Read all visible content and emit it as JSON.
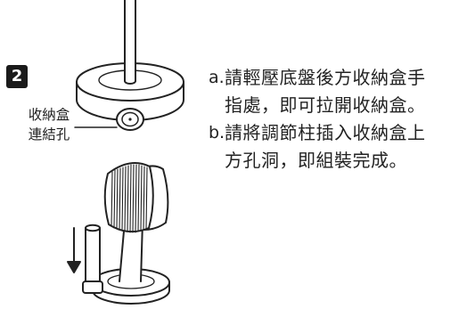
{
  "step": {
    "number": "2"
  },
  "callout": {
    "line1": "收納盒",
    "line2": "連結孔"
  },
  "instructions": [
    {
      "marker": "a.",
      "text": "請輕壓底盤後方收納盒手\n指處，即可拉開收納盒。"
    },
    {
      "marker": "b.",
      "text": "請將調節柱插入收納盒上\n方孔洞，即組裝完成。"
    }
  ],
  "colors": {
    "ink": "#222222",
    "badge": "#1a1a1a",
    "badge_text": "#ffffff"
  }
}
